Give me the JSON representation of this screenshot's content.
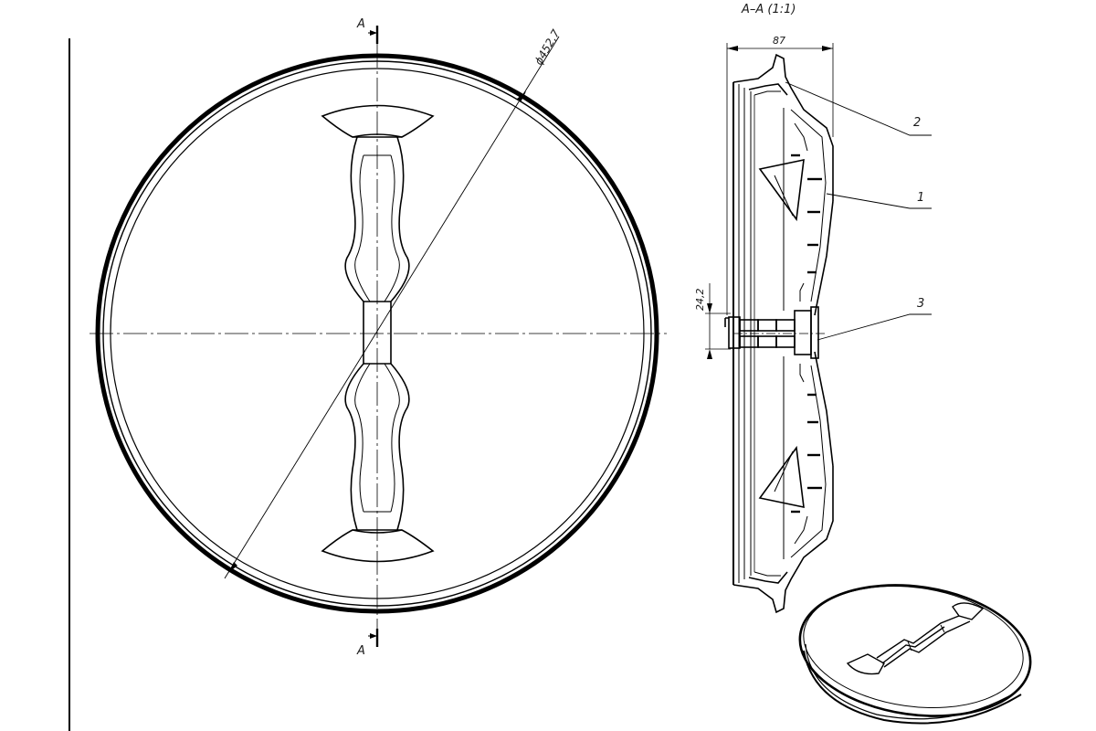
{
  "section_title": "A–A (1:1)",
  "section_mark_top": "A",
  "section_mark_bottom": "A",
  "diameter_label": "ϕ452,7",
  "width_dimension": "87",
  "height_dimension": "24,2",
  "callouts": [
    "2",
    "1",
    "3"
  ]
}
